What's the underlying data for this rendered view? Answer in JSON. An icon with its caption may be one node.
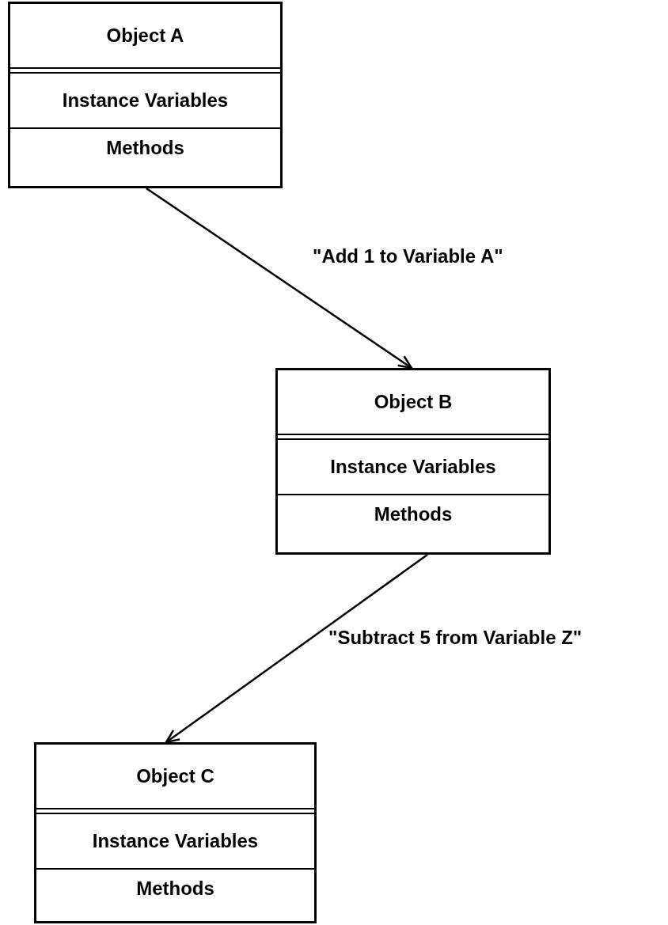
{
  "diagram": {
    "nodes": [
      {
        "text": [
          "Object A",
          "Instance Variables",
          "Methods"
        ]
      },
      {
        "text": [
          "Object B",
          "Instance Variables",
          "Methods"
        ]
      },
      {
        "text": [
          "Object C",
          "Instance Variables",
          "Methods"
        ]
      }
    ],
    "edges": [
      {
        "from": 0,
        "to": 1,
        "arrow": "to",
        "label": "\"Add 1 to Variable A\""
      },
      {
        "from": 1,
        "to": 2,
        "arrow": "to",
        "label": "\"Subtract 5 from Variable Z\""
      }
    ]
  }
}
